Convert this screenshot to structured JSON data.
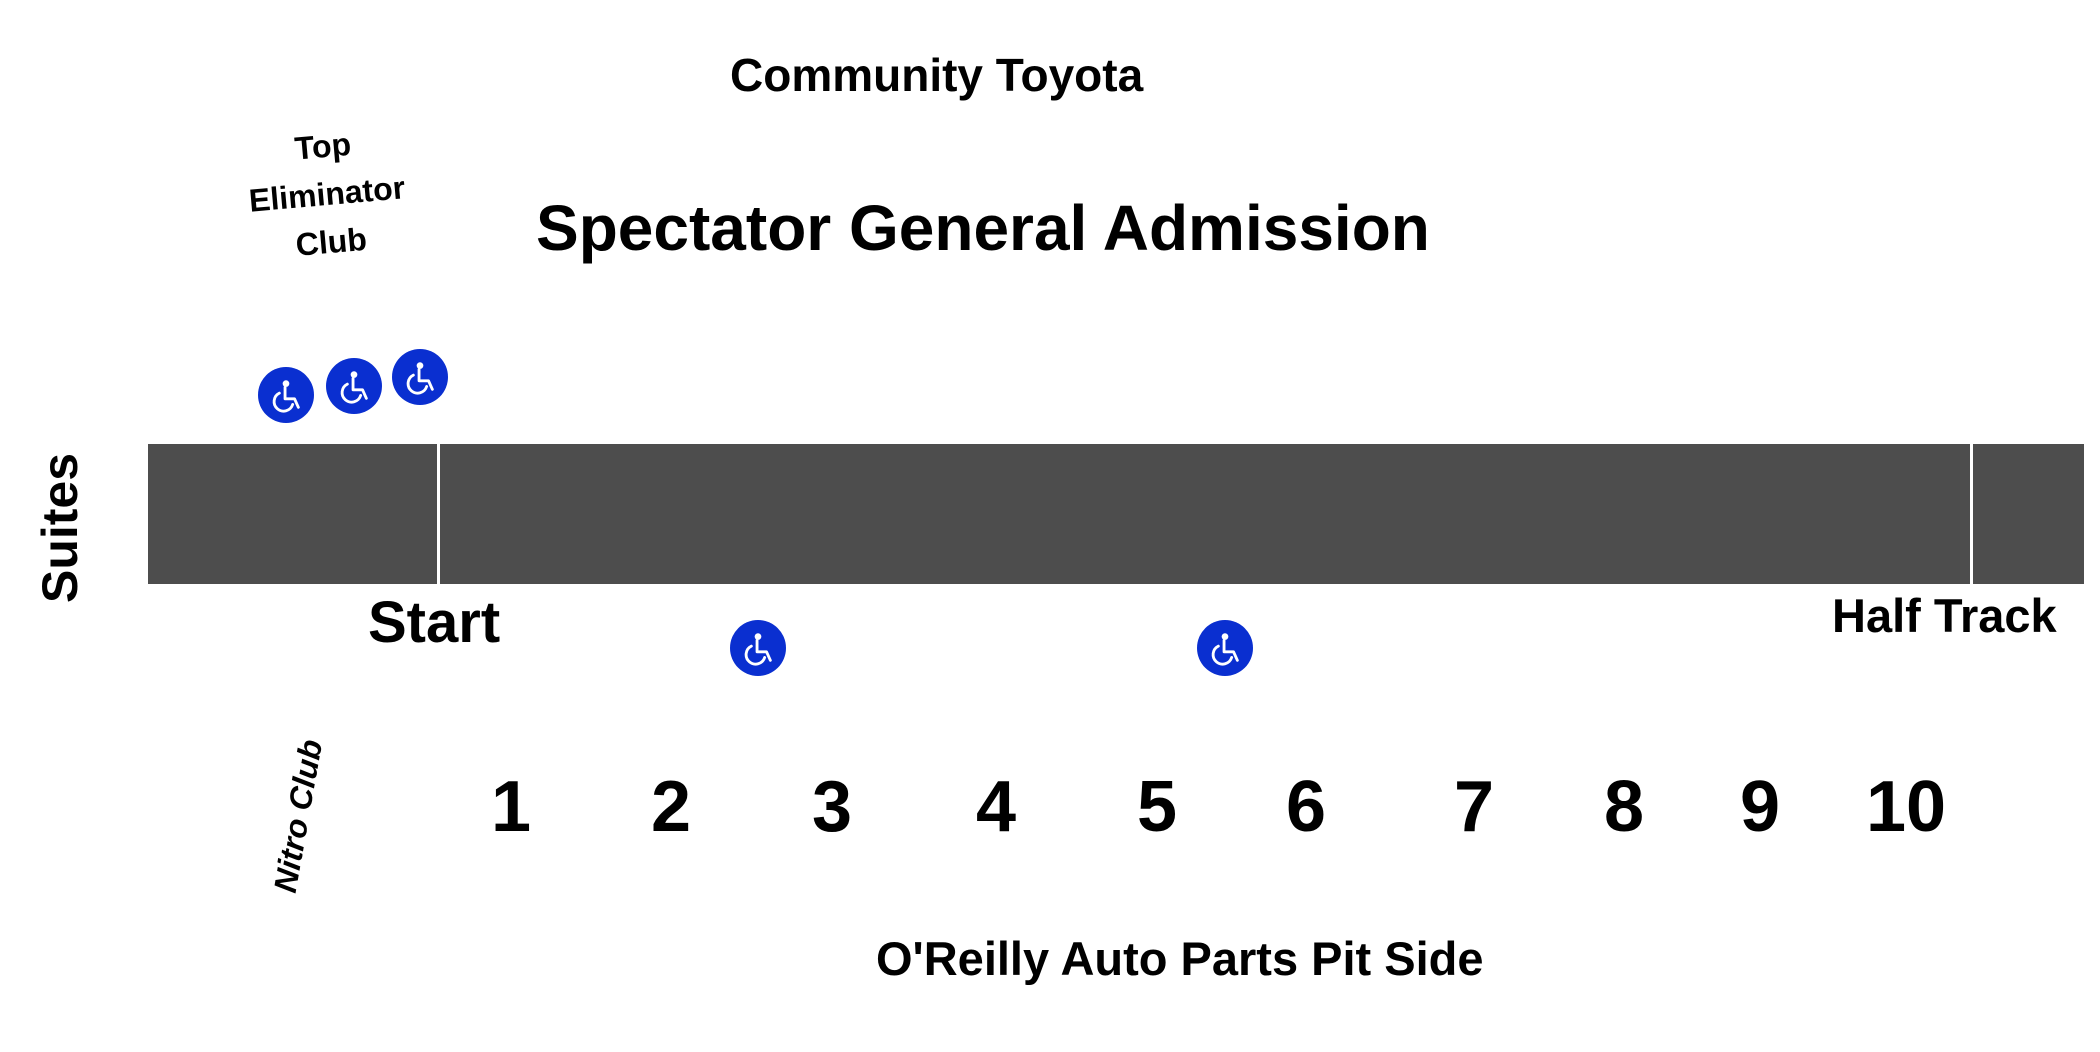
{
  "venue": {
    "stand_title": "Community Toyota",
    "main_section": "Spectator General Admission",
    "top_club": [
      "Top",
      "Eliminator",
      "Club"
    ],
    "left_label": "Suites",
    "start_label": "Start",
    "half_track_label": "Half Track",
    "nitro_club": "Nitro Club",
    "pit_side": "O'Reilly Auto Parts Pit Side",
    "section_numbers": [
      "1",
      "2",
      "3",
      "4",
      "5",
      "6",
      "7",
      "8",
      "9",
      "10"
    ]
  },
  "accessibility_icons": [
    "wheelchair-icon",
    "wheelchair-icon",
    "wheelchair-icon",
    "wheelchair-icon",
    "wheelchair-icon"
  ],
  "colors": {
    "track": "#4d4d4d",
    "accessibility": "#0a2fd0",
    "text": "#000000"
  }
}
